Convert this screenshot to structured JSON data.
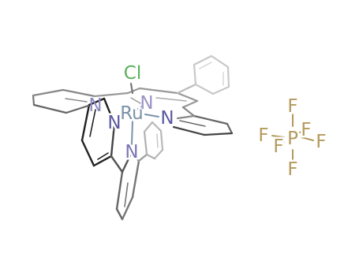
{
  "colors": {
    "background": "#ffffff",
    "chlorine": "#5bb05b",
    "ruthenium": "#7a93a8",
    "nitrogen": "#6a66a8",
    "phosphorus": "#b39a5c",
    "fluorine": "#b39a5c"
  },
  "molecule": {
    "cation": {
      "metal_label": "Ru",
      "chloro_label": "Cl",
      "nitrogen_label": "N"
    },
    "anion": {
      "phosphorus_label": "P",
      "fluorine_label": "F"
    }
  }
}
